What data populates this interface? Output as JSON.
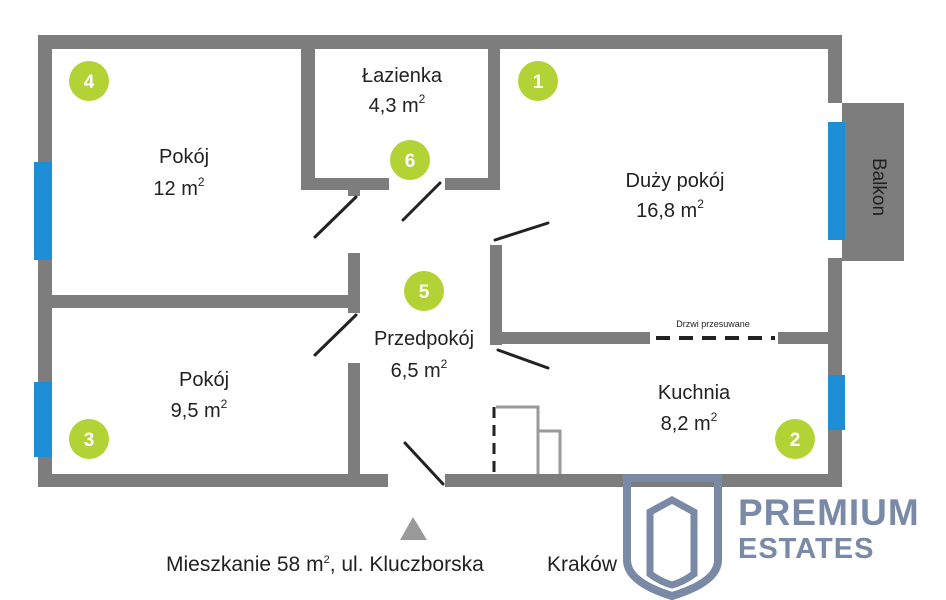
{
  "rooms": [
    {
      "id": "1",
      "name": "Duży pokój",
      "area": "16,8 m",
      "sup": "2"
    },
    {
      "id": "2",
      "name": "Kuchnia",
      "area": "8,2 m",
      "sup": "2"
    },
    {
      "id": "3",
      "name": "Pokój",
      "area": "9,5 m",
      "sup": "2"
    },
    {
      "id": "4",
      "name": "Pokój",
      "area": "12 m",
      "sup": "2"
    },
    {
      "id": "5",
      "name": "Przedpokój",
      "area": "6,5 m",
      "sup": "2"
    },
    {
      "id": "6",
      "name": "Łazienka",
      "area": "4,3 m",
      "sup": "2"
    }
  ],
  "labels": {
    "balcony": "Balkon",
    "sliding_door": "Drzwi przesuwane"
  },
  "caption": {
    "left_main": "Mieszkanie 58 m",
    "left_sup": "2",
    "left_rest": ", ul. Kluczborska",
    "city": "Kraków"
  },
  "logo": {
    "line1": "PREMIUM",
    "line2": "ESTATES"
  },
  "colors": {
    "wall": "#7d7d7d",
    "window": "#1e8fd6",
    "badge": "#b2d235",
    "logo": "#7a8aa6"
  }
}
